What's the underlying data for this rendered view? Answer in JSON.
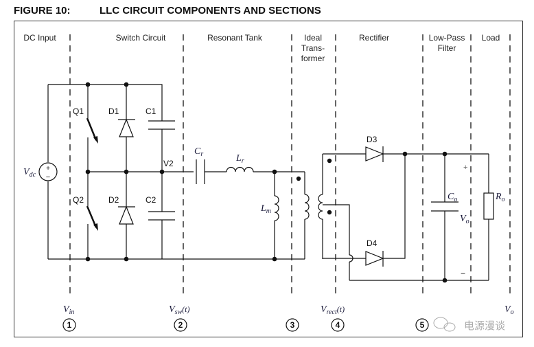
{
  "figure": {
    "number": "FIGURE 10:",
    "title": "LLC CIRCUIT COMPONENTS AND SECTIONS"
  },
  "sections": [
    {
      "label": "DC Input"
    },
    {
      "label": "Switch Circuit"
    },
    {
      "label": "Resonant Tank"
    },
    {
      "label": "Ideal",
      "label2": "Trans-",
      "label3": "former"
    },
    {
      "label": "Rectifier"
    },
    {
      "label": "Low-Pass",
      "label2": "Filter"
    },
    {
      "label": "Load"
    }
  ],
  "components": {
    "source": {
      "name": "V",
      "sub": "dc",
      "plus": "+",
      "minus": "−"
    },
    "q1": "Q1",
    "q2": "Q2",
    "d1": "D1",
    "d2": "D2",
    "c1": "C1",
    "c2": "C2",
    "v2": "V2",
    "cr": {
      "name": "C",
      "sub": "r"
    },
    "lr": {
      "name": "L",
      "sub": "r"
    },
    "lm": {
      "name": "L",
      "sub": "m"
    },
    "d3": "D3",
    "d4": "D4",
    "co": {
      "name": "C",
      "sub": "o"
    },
    "vo": {
      "name": "V",
      "sub": "o"
    },
    "ro": {
      "name": "R",
      "sub": "o"
    },
    "out_plus": "+",
    "out_minus": "−"
  },
  "boundaries": [
    {
      "voltage": "V",
      "sub": "in",
      "suffix": "",
      "number": "1"
    },
    {
      "voltage": "V",
      "sub": "sw",
      "suffix": "(t)",
      "number": "2"
    },
    {
      "voltage": "",
      "sub": "",
      "suffix": "",
      "number": "3"
    },
    {
      "voltage": "V",
      "sub": "rect",
      "suffix": "(t)",
      "number": "4"
    },
    {
      "voltage": "",
      "sub": "",
      "suffix": "",
      "number": "5"
    },
    {
      "voltage": "V",
      "sub": "o",
      "suffix": "",
      "number": ""
    }
  ],
  "watermark": "电源漫谈"
}
